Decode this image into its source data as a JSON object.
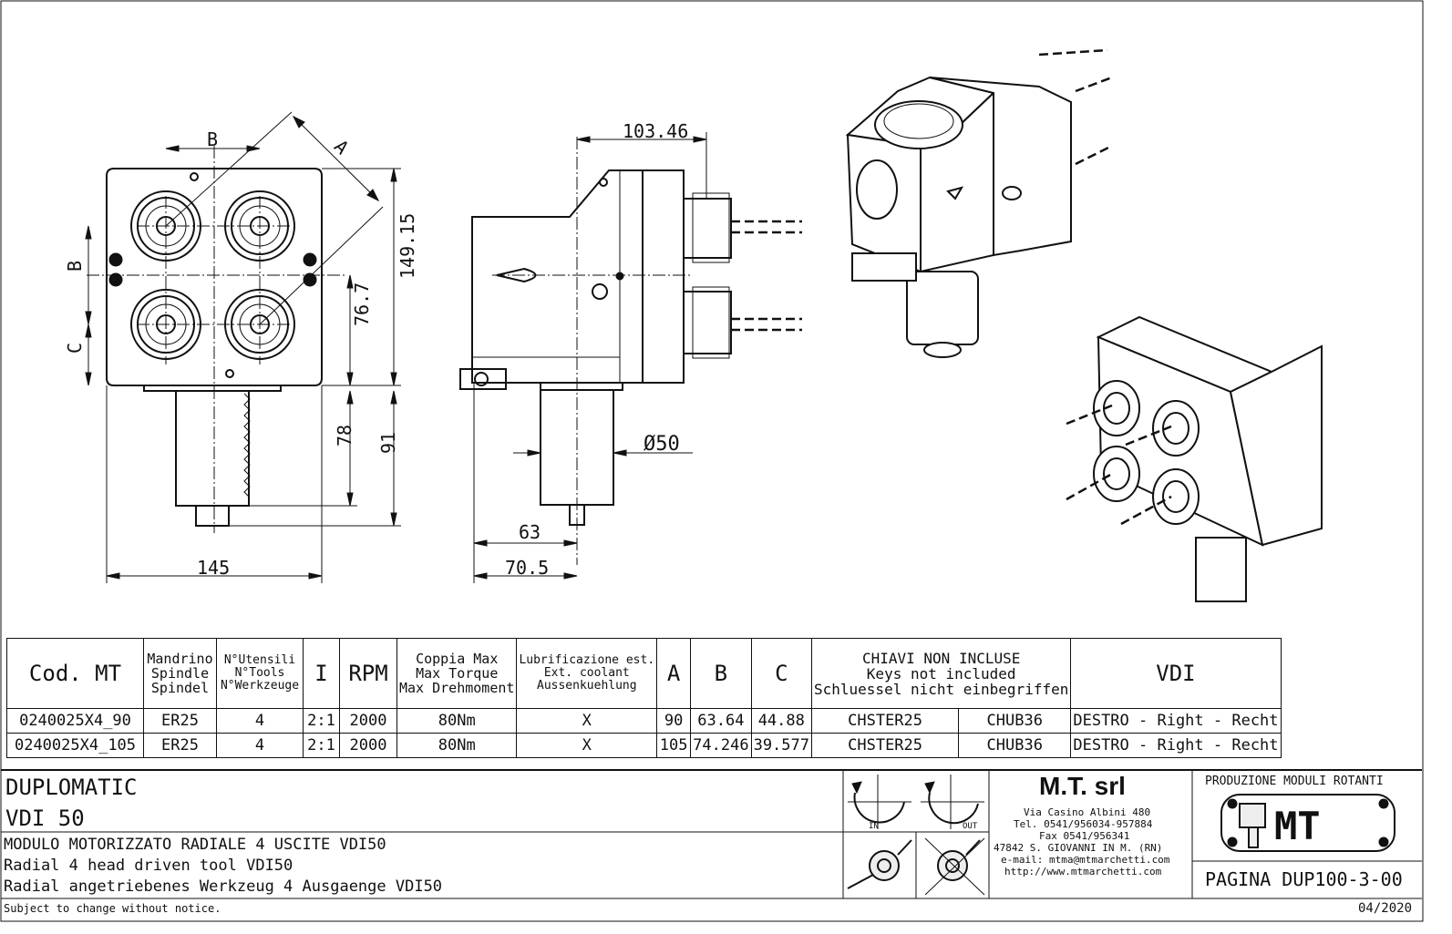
{
  "drawing": {
    "dimensions": {
      "front_b_top": "B",
      "front_a": "A",
      "front_b_left": "B",
      "front_c_left": "C",
      "height_total": "149.15",
      "height_76_7": "76.7",
      "shank_78": "78",
      "shank_91": "91",
      "width_145": "145",
      "side_103_46": "103.46",
      "diameter_50": "Ø50",
      "side_63": "63",
      "side_70_5": "70.5"
    }
  },
  "specs_table": {
    "headers": {
      "cod_mt": "Cod. MT",
      "spindle": [
        "Mandrino",
        "Spindle",
        "Spindel"
      ],
      "tools": [
        "N°Utensili",
        "N°Tools",
        "N°Werkzeuge"
      ],
      "ratio": "I",
      "rpm": "RPM",
      "torque": [
        "Coppia Max",
        "Max Torque",
        "Max Drehmoment"
      ],
      "coolant": [
        "Lubrificazione est.",
        "Ext. coolant",
        "Aussenkuehlung"
      ],
      "a": "A",
      "b": "B",
      "c": "C",
      "keys": [
        "CHIAVI NON INCLUSE",
        "Keys not included",
        "Schluessel nicht einbegriffen"
      ],
      "vdi": "VDI"
    },
    "rows": [
      {
        "code": "0240025X4_90",
        "spindle": "ER25",
        "tools": "4",
        "ratio": "2:1",
        "rpm": "2000",
        "torque": "80Nm",
        "coolant": "X",
        "a": "90",
        "b": "63.64",
        "c": "44.88",
        "key1": "CHSTER25",
        "key2": "CHUB36",
        "vdi": "DESTRO - Right - Recht"
      },
      {
        "code": "0240025X4_105",
        "spindle": "ER25",
        "tools": "4",
        "ratio": "2:1",
        "rpm": "2000",
        "torque": "80Nm",
        "coolant": "X",
        "a": "105",
        "b": "74.246",
        "c": "39.577",
        "key1": "CHSTER25",
        "key2": "CHUB36",
        "vdi": "DESTRO - Right - Recht"
      }
    ]
  },
  "title_block": {
    "brand": "DUPLOMATIC",
    "model": "VDI 50",
    "desc_it": "MODULO MOTORIZZATO RADIALE 4 USCITE VDI50",
    "desc_en": "Radial 4 head driven tool VDI50",
    "desc_de": "Radial angetriebenes Werkzeug 4 Ausgaenge VDI50",
    "rotation_in": "IN",
    "rotation_out": "OUT",
    "company": "M.T. srl",
    "address": "Via Casino Albini 480",
    "tel": "Tel. 0541/956034-957884",
    "fax": "Fax 0541/956341",
    "city": "47842 S. GIOVANNI IN M. (RN)",
    "email": "e-mail: mtma@mtmarchetti.com",
    "web": "http://www.mtmarchetti.com",
    "production": "PRODUZIONE MODULI ROTANTI",
    "logo_text": "MT",
    "page": "PAGINA DUP100-3-00"
  },
  "footer": {
    "notice": "Subject to change without notice.",
    "date": "04/2020"
  }
}
